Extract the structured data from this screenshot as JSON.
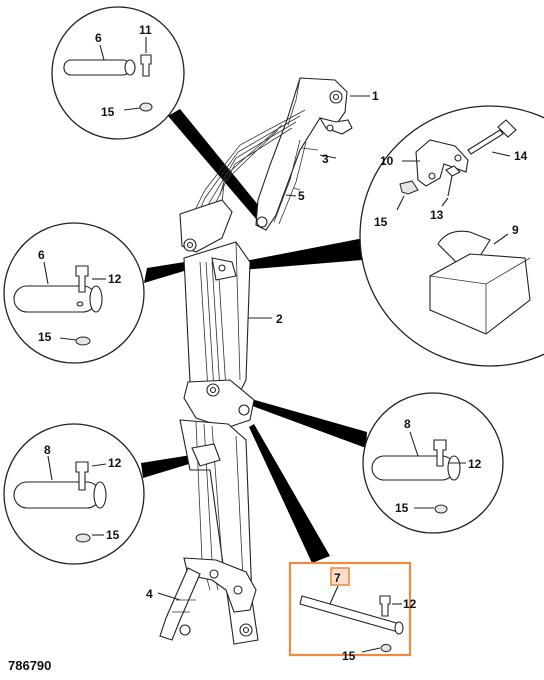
{
  "drawing": {
    "number": "786790"
  },
  "callouts": {
    "c1": "1",
    "c2": "2",
    "c3": "3",
    "c4": "4",
    "c5": "5",
    "top_pin": "6",
    "top_bolt": "11",
    "top_nut": "15",
    "left_pin": "6",
    "left_bolt": "12",
    "left_nut": "15",
    "lower_left_pin": "8",
    "lower_left_bolt": "12",
    "lower_left_nut": "15",
    "right_pin": "8",
    "right_bolt": "12",
    "right_nut": "15",
    "box_pin": "7",
    "box_bolt": "12",
    "box_nut": "15",
    "bracket": "10",
    "bracket_bolt": "14",
    "bracket_nut": "15",
    "bracket_screw": "13",
    "block": "9"
  },
  "colors": {
    "highlight": "#f08a40",
    "line": "#222222",
    "beam": "#000000"
  }
}
